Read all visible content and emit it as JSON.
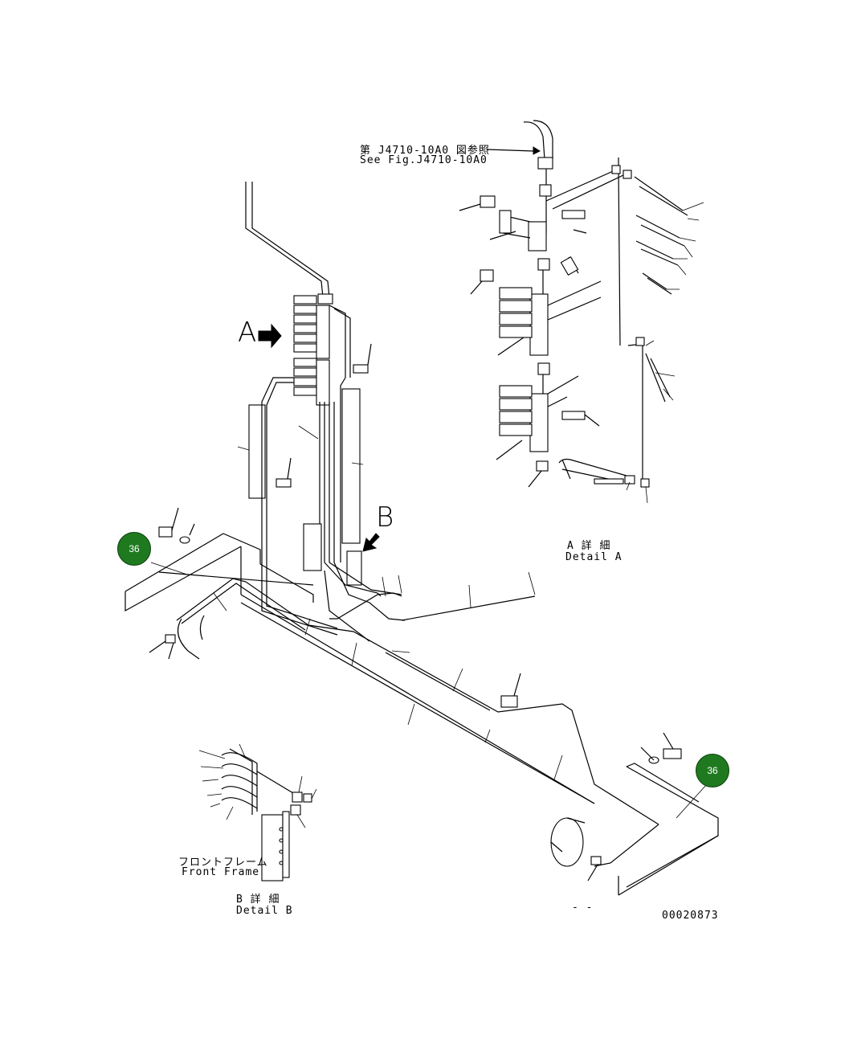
{
  "diagram": {
    "ref_note_ja": "第 J4710-10A0 図参照",
    "ref_note_en": "See Fig.J4710-10A0",
    "view_a_letter": "A",
    "view_b_letter": "B",
    "detail_a_ja": "A 詳 細",
    "detail_a_en": "Detail A",
    "detail_b_ja": "B 詳 細",
    "detail_b_en": "Detail B",
    "front_frame_ja": "フロントフレーム",
    "front_frame_en": "Front Frame",
    "drawing_number": "00020873",
    "stray_mark": "- -",
    "callout_color": "#1f7a1f",
    "callouts": [
      {
        "label": "36"
      },
      {
        "label": "36"
      }
    ]
  }
}
